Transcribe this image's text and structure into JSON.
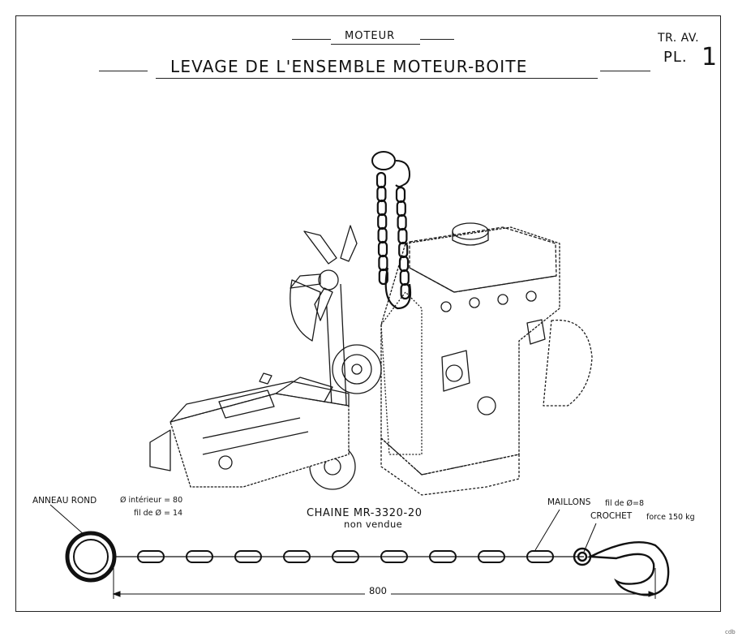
{
  "header": {
    "section": "MOTEUR",
    "title": "LEVAGE DE L'ENSEMBLE MOTEUR-BOITE",
    "ref_top": "TR. AV.",
    "ref_plate_prefix": "PL.",
    "ref_plate_number": "1"
  },
  "labels": {
    "ring_name": "ANNEAU ROND",
    "ring_inner": "Ø intérieur = 80",
    "ring_wire": "fil de Ø = 14",
    "chain_name": "CHAINE MR-3320-20",
    "chain_note": "non vendue",
    "links_name": "MAILLONS",
    "links_wire": "fil de Ø=8",
    "hook_name": "CROCHET",
    "hook_force": "force 150 kg",
    "dimension": "800"
  },
  "corner_mark": "cdb"
}
